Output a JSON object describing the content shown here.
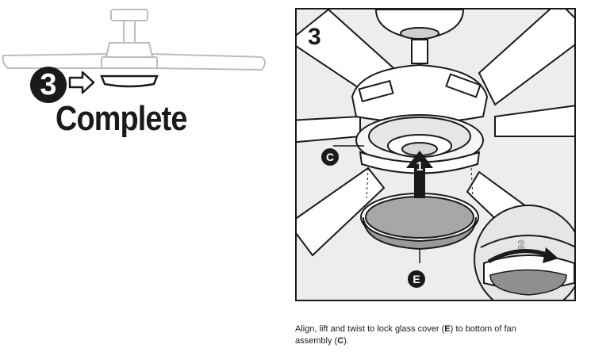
{
  "left_panel": {
    "step_number": "3",
    "title": "Complete"
  },
  "right_panel": {
    "panel_number": "3",
    "label_c": "C",
    "label_e": "E",
    "arrow_1": "1",
    "arrow_2": "2"
  },
  "caption": {
    "part1": "Align, lift and twist to lock glass cover (",
    "part2": "E",
    "part3": ") to bottom of fan assembly (",
    "part4": "C",
    "part5": ")."
  }
}
